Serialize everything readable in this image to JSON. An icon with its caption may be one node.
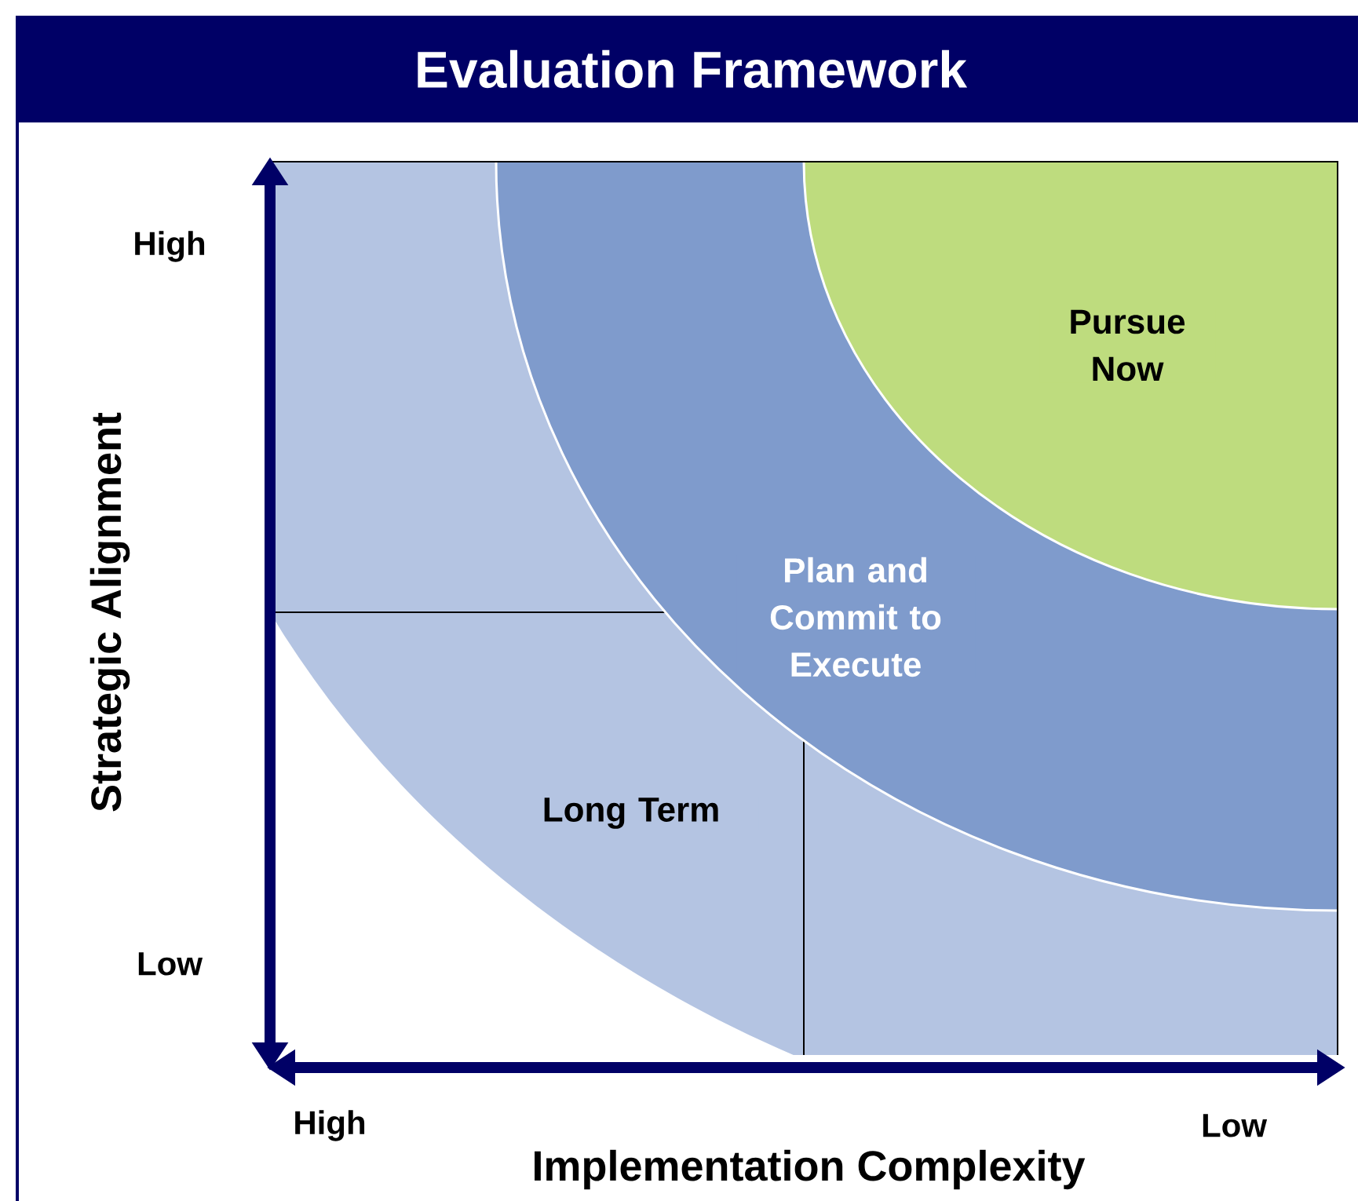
{
  "diagram": {
    "title": "Evaluation Framework",
    "nodes": [
      {
        "text": [
          "Pursue Now"
        ],
        "in": 1
      },
      {
        "text": [
          "Plan and Commit to Execute"
        ],
        "in": 2
      },
      {
        "text": [
          "Long Term"
        ]
      }
    ],
    "labels": [
      "High",
      "Strategic Alignment",
      "Low",
      "High",
      "Low",
      "Implementation Complexity"
    ]
  }
}
